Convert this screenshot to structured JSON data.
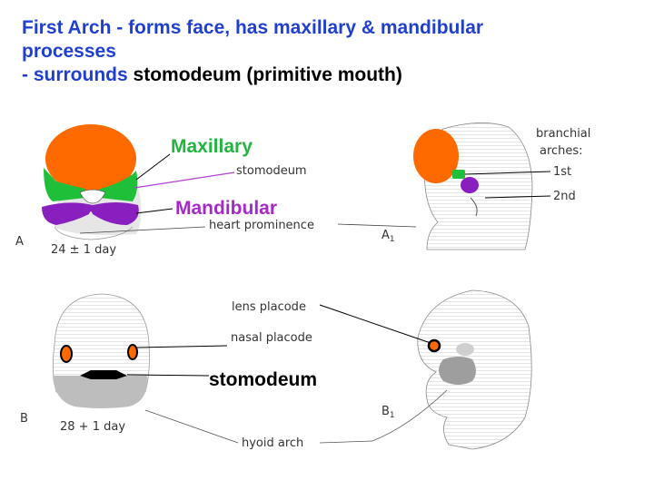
{
  "title": {
    "line1": "First Arch - forms face, has maxillary  & mandibular",
    "line2": "processes",
    "line3_prefix": "- surrounds ",
    "line3_black": "stomodeum (primitive mouth)"
  },
  "top_panel": {
    "maxillary_label": "Maxillary",
    "mandibular_label": "Mandibular",
    "stomodeum_small": "stomodeum",
    "heart_prominence": "heart prominence",
    "panel_a": "A",
    "panel_a1": "A",
    "panel_a1_sub": "1",
    "age": "24 ± 1 day",
    "branchial_line1": "branchial",
    "branchial_line2": "arches:",
    "arch_1st": "1st",
    "arch_2nd": "2nd"
  },
  "bottom_panel": {
    "lens_placode": "lens placode",
    "nasal_placode": "nasal placode",
    "stomodeum_big": "stomodeum",
    "panel_b": "B",
    "panel_b1": "B",
    "panel_b1_sub": "1",
    "age": "28 + 1 day",
    "hyoid_arch": "hyoid arch"
  },
  "colors": {
    "title_blue": "#1f3fd1",
    "maxillary_green": "#21b43f",
    "mandibular_purple": "#a629c9",
    "orange": "#ff6a00",
    "purple_fill": "#8a1fc0",
    "green_fill": "#1fbf3a"
  }
}
